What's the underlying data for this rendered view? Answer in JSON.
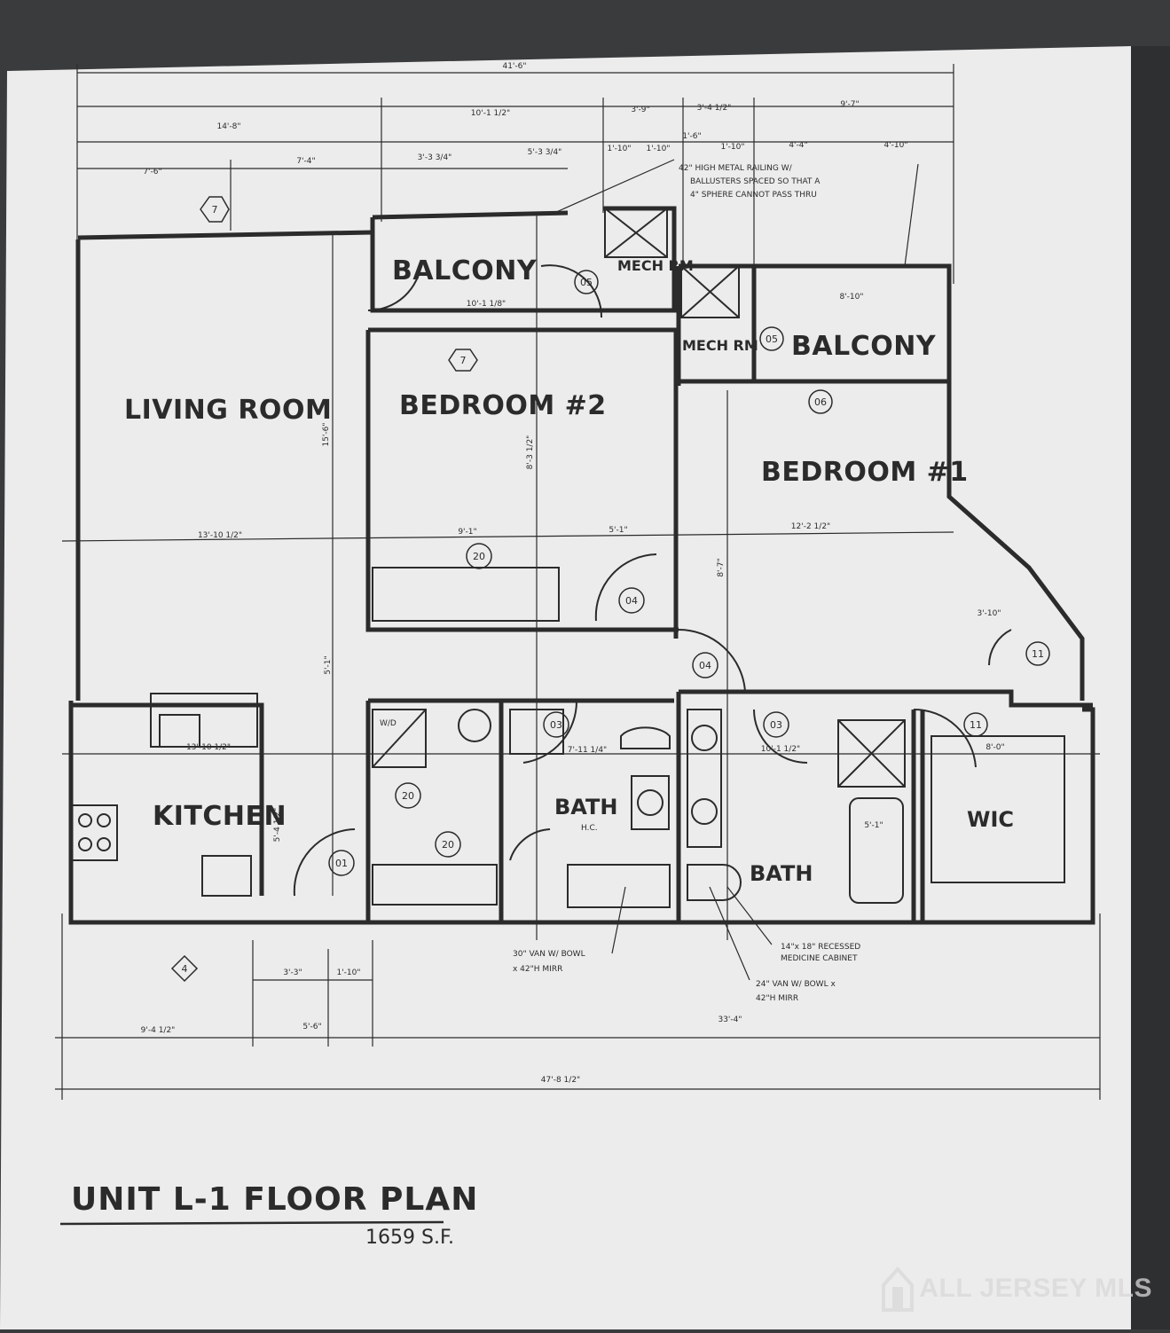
{
  "title": "UNIT L-1 FLOOR PLAN",
  "area": "1659 S.F.",
  "watermark": "ALL JERSEY MLS",
  "watermark_icon": "house-icon",
  "rooms": {
    "living_room": "LIVING ROOM",
    "bedroom2": "BEDROOM #2",
    "bedroom1": "BEDROOM #1",
    "balcony_left": "BALCONY",
    "balcony_right": "BALCONY",
    "mech_left": "MECH RM",
    "mech_right": "MECH RM",
    "kitchen": "KITCHEN",
    "bath_hc": "BATH",
    "bath_hc_sub": "H.C.",
    "bath2": "BATH",
    "wic": "WIC",
    "wd": "W/D"
  },
  "notes": {
    "railing": [
      "42\" HIGH METAL RAILING W/",
      "BALLUSTERS SPACED SO THAT A",
      "4\" SPHERE CANNOT PASS THRU"
    ],
    "medicine": [
      "14\"x 18\" RECESSED",
      "MEDICINE CABINET"
    ],
    "van30": [
      "30\" VAN W/ BOWL",
      "x 42\"H MIRR"
    ],
    "van24": [
      "24\" VAN W/ BOWL x",
      "42\"H MIRR"
    ]
  },
  "dims": {
    "top_overall": "41'-6\"",
    "top_a": "14'-8\"",
    "top_b": "10'-1 1/2\"",
    "top_c": "3'-9\"",
    "top_d": "3'-4 1/2\"",
    "top_e": "9'-7\"",
    "row3_a": "7'-6\"",
    "row3_b": "7'-4\"",
    "row3_c": "3'-3 3/4\"",
    "row3_d": "5'-3 3/4\"",
    "row3_e": "1'-10\"",
    "row3_f": "1'-10\"",
    "row3_g": "1'-6\"",
    "row3_h": "1'-10\"",
    "row3_i": "4'-4\"",
    "row3_j": "4'-10\"",
    "bottom_a": "9'-4 1/2\"",
    "bottom_b": "5'-6\"",
    "bottom_c": "33'-4\"",
    "bottom_overall": "47'-8 1/2\"",
    "bottom_sub_a": "3'-3\"",
    "bottom_sub_b": "1'-10\"",
    "living_w": "13'-10 1/2\"",
    "living_h": "15'-6\"",
    "bed2_w_a": "9'-1\"",
    "bed2_w_b": "5'-1\"",
    "bed2_h": "8'-3 1/2\"",
    "bed1_w": "12'-2 1/2\"",
    "bed1_h": "8'-7\"",
    "kitchen_w": "13'-10 1/2\"",
    "kitchen_h": "5'-4 1/2\"",
    "hall": "5'-1\"",
    "bath_w": "7'-11 1/4\"",
    "bath2_w": "10'-1 1/2\"",
    "wic_w": "8'-0\"",
    "closet_w": "3'-10\"",
    "tub_w": "5'-1\"",
    "balcony_l_w": "10'-1 1/8\"",
    "balcony_r_w": "8'-10\""
  },
  "tags": {
    "t7a": "7",
    "t7b": "7",
    "t4": "4",
    "t05a": "05",
    "t05b": "05",
    "t06": "06",
    "t20a": "20",
    "t20b": "20",
    "t20c": "20",
    "t04a": "04",
    "t04b": "04",
    "t03a": "03",
    "t03b": "03",
    "t01": "01",
    "t11a": "11",
    "t11b": "11"
  }
}
